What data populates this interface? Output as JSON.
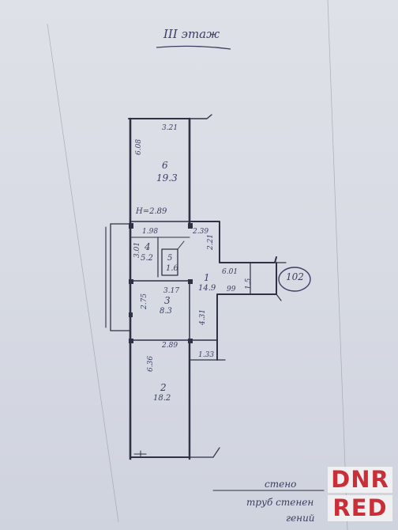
{
  "header": {
    "floor_label": "III этаж"
  },
  "apartment_number": "102",
  "rooms": [
    {
      "number": "6",
      "area": "19.3"
    },
    {
      "number": "1",
      "area": "14.9"
    },
    {
      "number": "4",
      "area": "5.2"
    },
    {
      "number": "5",
      "area": "1.6"
    },
    {
      "number": "3",
      "area": "8.3"
    },
    {
      "number": "2",
      "area": "18.2"
    }
  ],
  "dimensions": {
    "room6_width": "3.21",
    "room6_length": "6.08",
    "ceiling_height": "H=2.89",
    "d_198": "1.98",
    "d_239": "2.39",
    "d_301": "3.01",
    "d_221": "2.21",
    "d_601": "6.01",
    "d_99": "99",
    "d_15": "1.5",
    "d_317": "3.17",
    "d_275": "2.75",
    "d_431": "4.31",
    "d_289": "2.89",
    "d_636": "6.36",
    "d_133": "1.33"
  },
  "footer": {
    "note_line1": "стено",
    "note_line2": "труб стенен",
    "note_line3": "гений"
  },
  "watermark": {
    "line1": "DNR",
    "line2": "RED"
  }
}
